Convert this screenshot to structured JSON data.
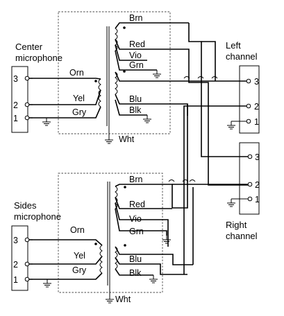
{
  "center_mic": {
    "line1": "Center",
    "line2": "microphone",
    "pins": [
      "3",
      "2",
      "1"
    ]
  },
  "sides_mic": {
    "line1": "Sides",
    "line2": "microphone",
    "pins": [
      "3",
      "2",
      "1"
    ]
  },
  "left_channel": {
    "line1": "Left",
    "line2": "channel",
    "pins": [
      "3",
      "2",
      "1"
    ]
  },
  "right_channel": {
    "line1": "Right",
    "line2": "channel",
    "pins": [
      "3",
      "2",
      "1"
    ]
  },
  "wires": {
    "brown": "Brn",
    "red": "Red",
    "violet": "Vio",
    "green": "Grn",
    "blue": "Blu",
    "black": "Blk",
    "orange": "Orn",
    "yellow": "Yel",
    "gray": "Gry",
    "white": "Wht"
  }
}
